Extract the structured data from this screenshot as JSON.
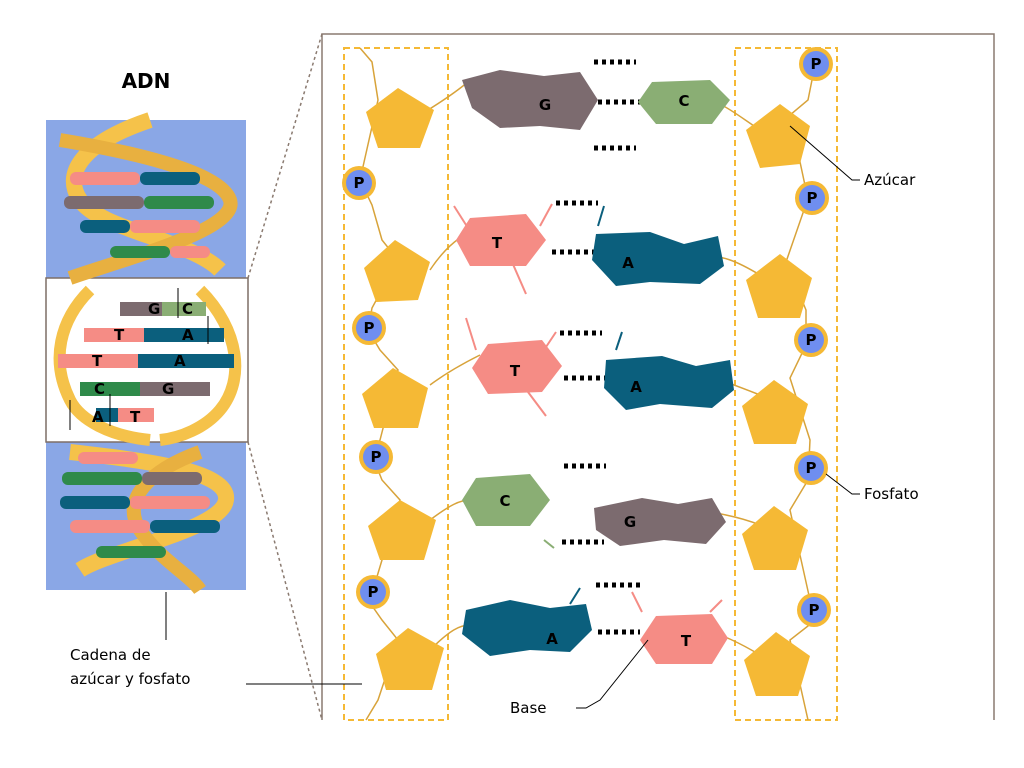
{
  "title": "ADN",
  "labels": {
    "sugar": "Azúcar",
    "phosphate": "Fosfato",
    "base": "Base",
    "backbone_line1": "Cadena de",
    "backbone_line2": "azúcar y fosfato"
  },
  "phosphate_symbol": "P",
  "colors": {
    "sugar": "#f5b935",
    "sugar_dark": "#e0a52a",
    "phosphate_fill": "#6f8ef0",
    "phosphate_ring": "#f5b935",
    "backbone_line": "#d8a33a",
    "G": "#7c6b6f",
    "C": "#8aae74",
    "T": "#f58c85",
    "A": "#0b5f7d",
    "helix_bg": "#8aa7e6",
    "helix_ribbon": "#f5c24a",
    "frame": "#8a7a70"
  },
  "base_pairs": [
    {
      "left": "G",
      "right": "C"
    },
    {
      "left": "T",
      "right": "A"
    },
    {
      "left": "T",
      "right": "A"
    },
    {
      "left": "C",
      "right": "G"
    },
    {
      "left": "A",
      "right": "T"
    }
  ],
  "helix_inset_pairs": [
    {
      "left": "G",
      "right": "C"
    },
    {
      "left": "T",
      "right": "A"
    },
    {
      "left": "T",
      "right": "A"
    },
    {
      "left": "C",
      "right": "G"
    },
    {
      "left": "A",
      "right": "T"
    }
  ]
}
